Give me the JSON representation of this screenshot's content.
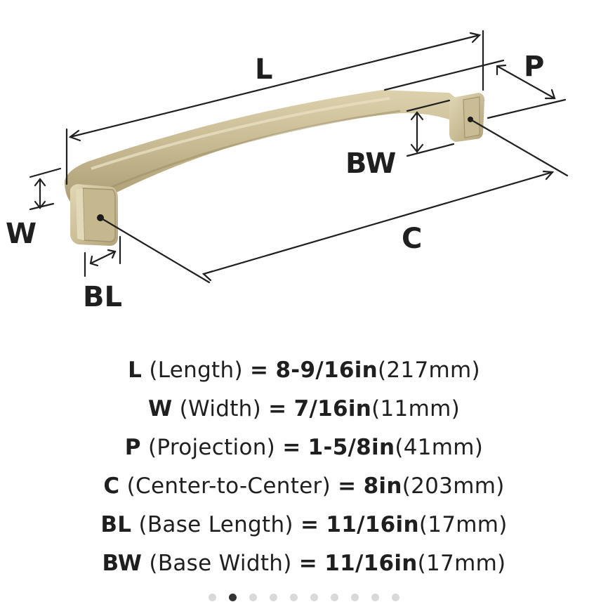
{
  "diagram": {
    "labels": {
      "L": "L",
      "P": "P",
      "BW": "BW",
      "W": "W",
      "C": "C",
      "BL": "BL"
    },
    "colors": {
      "handle_base": "#c2b48c",
      "handle_light": "#ddd2ae",
      "handle_dark": "#9e8f66",
      "line": "#1f1f1f"
    }
  },
  "specs": [
    {
      "code": "L",
      "name": "(Length)",
      "eq": "=",
      "imperial": "8-9/16in",
      "metric": "(217mm)"
    },
    {
      "code": "W",
      "name": "(Width)",
      "eq": "=",
      "imperial": "7/16in",
      "metric": "(11mm)"
    },
    {
      "code": "P",
      "name": "(Projection)",
      "eq": "=",
      "imperial": "1-5/8in",
      "metric": "(41mm)"
    },
    {
      "code": "C",
      "name": "(Center-to-Center)",
      "eq": "=",
      "imperial": "8in",
      "metric": "(203mm)"
    },
    {
      "code": "BL",
      "name": "(Base Length)",
      "eq": "=",
      "imperial": "11/16in",
      "metric": "(17mm)"
    },
    {
      "code": "BW",
      "name": "(Base Width)",
      "eq": "=",
      "imperial": "11/16in",
      "metric": "(17mm)"
    }
  ],
  "pager": {
    "count": 10,
    "active_index": 1
  }
}
